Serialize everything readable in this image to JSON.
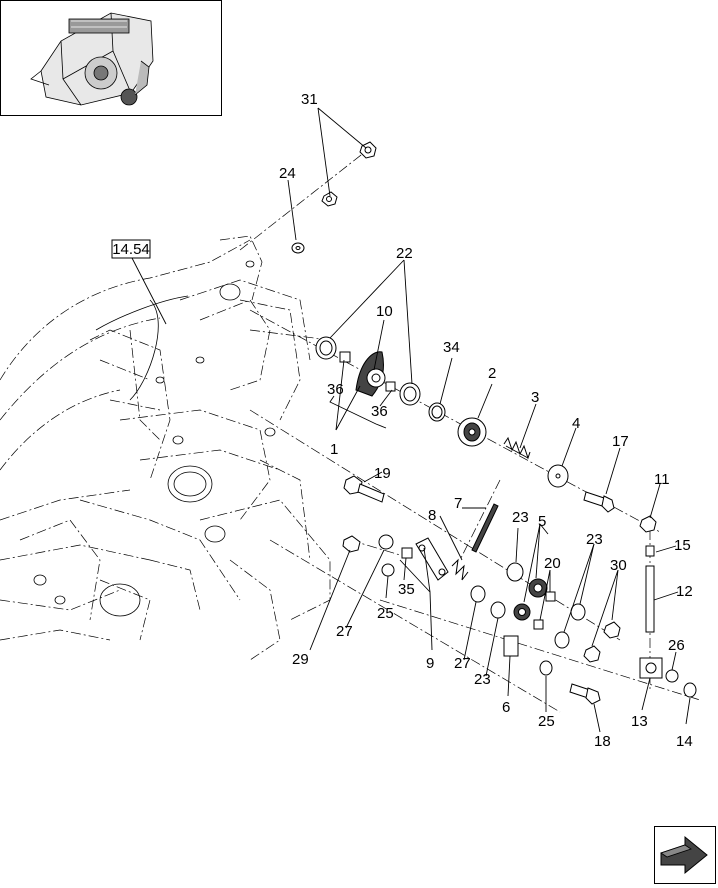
{
  "diagram": {
    "reference_label": "14.54",
    "callouts": {
      "c1": "1",
      "c2": "2",
      "c3": "3",
      "c4": "4",
      "c5": "5",
      "c6": "6",
      "c7": "7",
      "c8": "8",
      "c9": "9",
      "c10": "10",
      "c11": "11",
      "c12": "12",
      "c13": "13",
      "c14": "14",
      "c15": "15",
      "c17": "17",
      "c18": "18",
      "c19": "19",
      "c20": "20",
      "c22": "22",
      "c23a": "23",
      "c23b": "23",
      "c23c": "23",
      "c24": "24",
      "c25a": "25",
      "c25b": "25",
      "c26": "26",
      "c27a": "27",
      "c27b": "27",
      "c29": "29",
      "c30": "30",
      "c31": "31",
      "c34": "34",
      "c35": "35",
      "c36a": "36",
      "c36b": "36"
    }
  },
  "icons": {
    "inset": "machine-overview-icon",
    "nav": "next-page-arrow-icon"
  }
}
